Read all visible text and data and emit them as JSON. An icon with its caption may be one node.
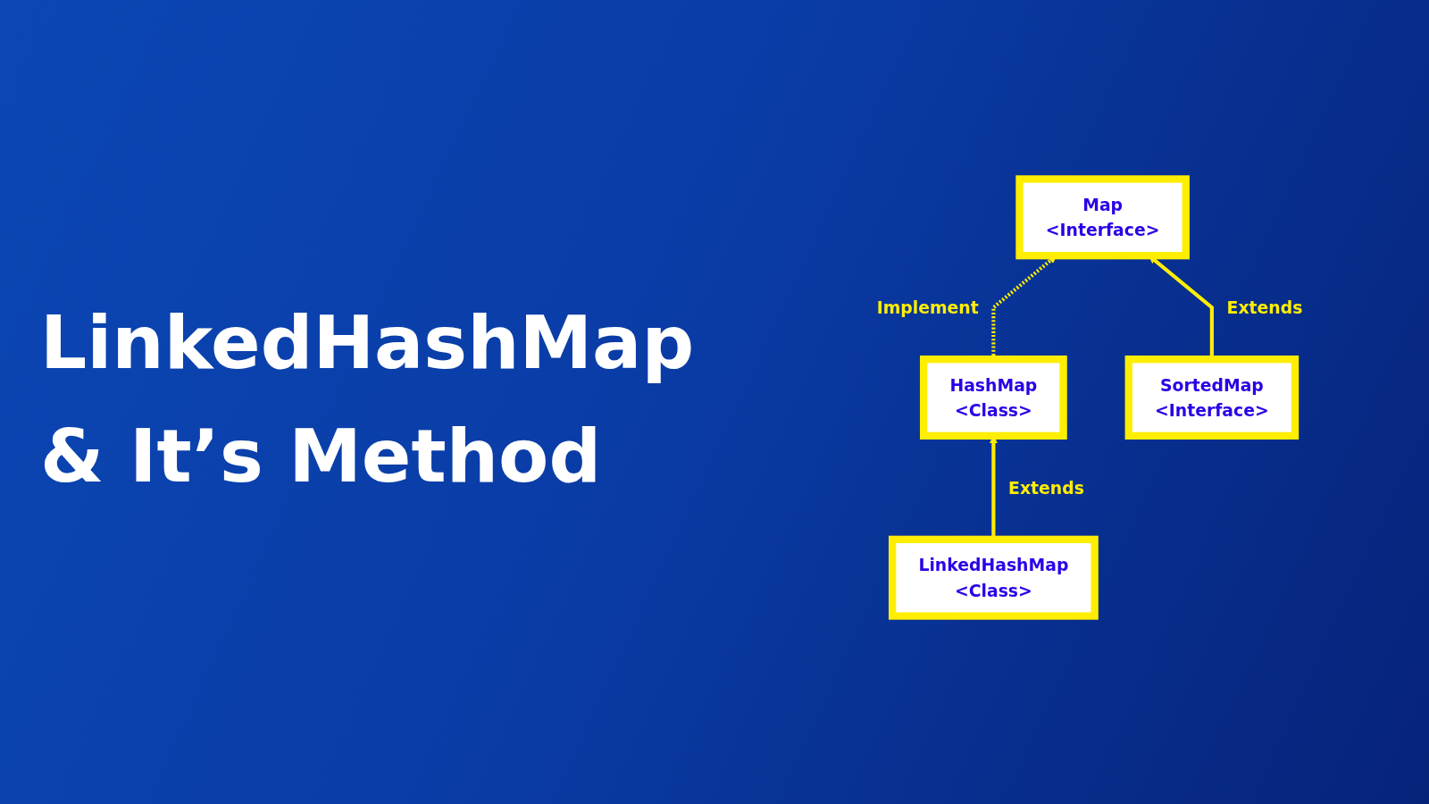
{
  "diagram": {
    "title": "LinkedHashMap & It’s Method",
    "nodes": [
      {
        "text": [
          "Map",
          "<Interface>"
        ]
      },
      {
        "text": [
          "HashMap",
          "<Class>"
        ]
      },
      {
        "text": [
          "SortedMap",
          "<Interface>"
        ]
      },
      {
        "text": [
          "LinkedHashMap",
          "<Class>"
        ]
      }
    ],
    "edges": [
      {
        "from": 1,
        "to": 0,
        "arrow": "to",
        "label": "Implement",
        "style": "dashed"
      },
      {
        "from": 2,
        "to": 0,
        "arrow": "to",
        "label": "Extends"
      },
      {
        "from": 3,
        "to": 1,
        "arrow": "to",
        "label": "Extends"
      }
    ]
  }
}
